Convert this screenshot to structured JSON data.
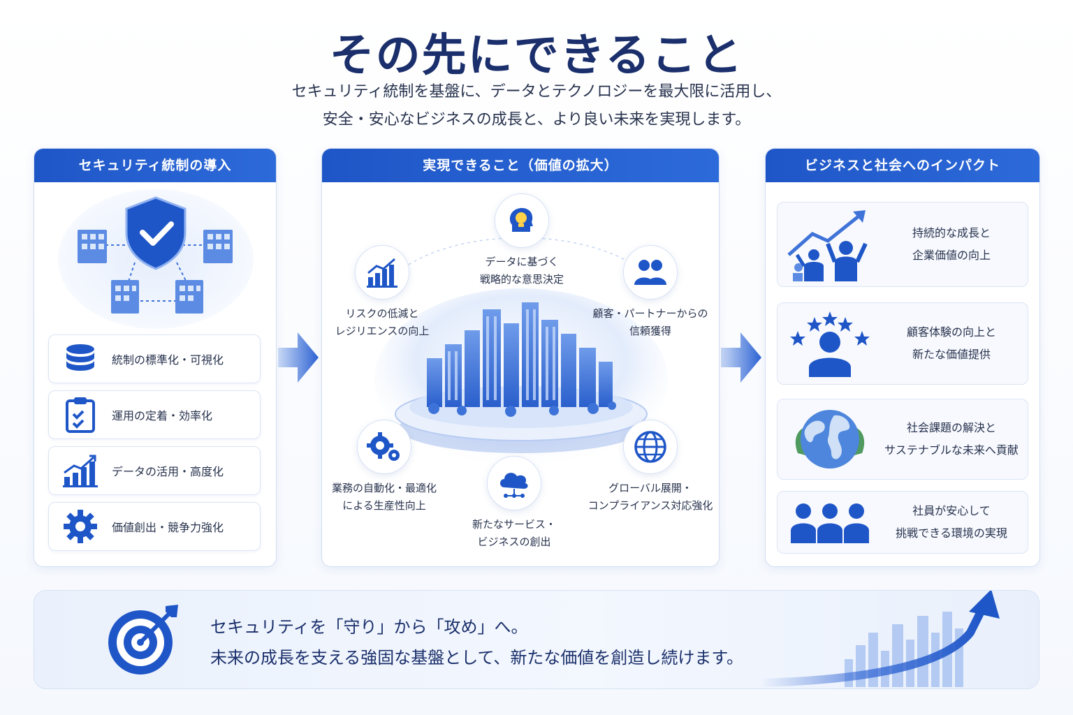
{
  "header": {
    "title": "その先にできること",
    "subtitle_line1": "セキュリティ統制を基盤に、データとテクノロジーを最大限に活用し、",
    "subtitle_line2": "安全・安心なビジネスの成長と、より良い未来を実現します。"
  },
  "left_panel": {
    "title": "セキュリティ統制の導入",
    "items": [
      {
        "label": "統制の標準化・可視化",
        "icon": "database-icon"
      },
      {
        "label": "運用の定着・効率化",
        "icon": "clipboard-check-icon"
      },
      {
        "label": "データの活用・高度化",
        "icon": "bar-chart-icon"
      },
      {
        "label": "価値創出・競争力強化",
        "icon": "gear-icon"
      }
    ]
  },
  "center_panel": {
    "title": "実現できること（価値の拡大）",
    "nodes": [
      {
        "line1": "データに基づく",
        "line2": "戦略的な意思決定",
        "icon": "lightbulb-head-icon"
      },
      {
        "line1": "リスクの低減と",
        "line2": "レジリエンスの向上",
        "icon": "growth-chart-icon"
      },
      {
        "line1": "顧客・パートナーからの",
        "line2": "信頼獲得",
        "icon": "people-icon"
      },
      {
        "line1": "業務の自動化・最適化",
        "line2": "による生産性向上",
        "icon": "gears-icon"
      },
      {
        "line1": "グローバル展開・",
        "line2": "コンプライアンス対応強化",
        "icon": "globe-icon"
      },
      {
        "line1": "新たなサービス・",
        "line2": "ビジネスの創出",
        "icon": "cloud-network-icon"
      }
    ]
  },
  "right_panel": {
    "title": "ビジネスと社会へのインパクト",
    "items": [
      {
        "line1": "持続的な成長と",
        "line2": "企業価値の向上",
        "icon": "growth-people-icon"
      },
      {
        "line1": "顧客体験の向上と",
        "line2": "新たな価値提供",
        "icon": "customer-stars-icon"
      },
      {
        "line1": "社会課題の解決と",
        "line2": "サステナブルな未来へ貢献",
        "icon": "earth-icon"
      },
      {
        "line1": "社員が安心して",
        "line2": "挑戦できる環境の実現",
        "icon": "team-icon"
      }
    ]
  },
  "banner": {
    "line1": "セキュリティを「守り」から「攻め」へ。",
    "line2": "未来の成長を支える強固な基盤として、新たな価値を創造し続けます。",
    "icon": "target-icon"
  },
  "colors": {
    "primary": "#1f56c7",
    "dark": "#1a2f6b",
    "light": "#e8effb"
  }
}
